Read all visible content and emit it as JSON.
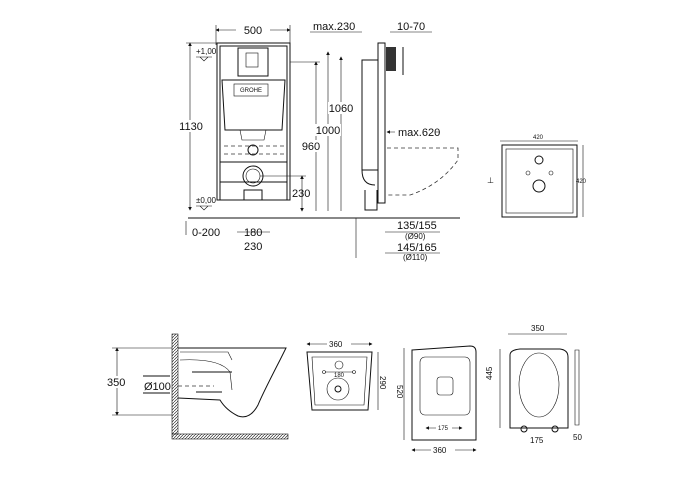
{
  "frame_view": {
    "width": "500",
    "height_total": "1130",
    "level_top": "+1,00",
    "level_zero": "±0,00",
    "brand_logo": "GROHE",
    "dim_1060": "1060",
    "dim_1000": "1000",
    "dim_960": "960",
    "dim_230_height": "230",
    "dim_0_200": "0-200",
    "dim_180": "180",
    "dim_230_width": "230"
  },
  "side_view": {
    "max_230": "max.230",
    "range_10_70": "10-70",
    "max_620": "max.620",
    "dim_135_155": "135/155",
    "dia_90": "(Ø90)",
    "dim_145_165": "145/165",
    "dia_110": "(Ø110)"
  },
  "plate_view": {
    "width": "420",
    "height": "420"
  },
  "bowl_side": {
    "height": "350",
    "outlet_dia": "Ø100"
  },
  "bowl_back": {
    "width": "360",
    "height": "290",
    "hole_spacing": "180"
  },
  "bowl_top": {
    "length": "520",
    "width": "360",
    "bolt_spacing": "175"
  },
  "seat_view": {
    "width": "350",
    "length": "445",
    "hinge_spacing": "175",
    "thickness": "50"
  }
}
